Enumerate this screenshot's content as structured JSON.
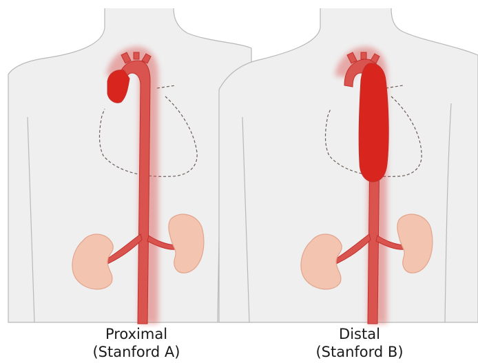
{
  "panels": [
    {
      "label_line1": "Proximal",
      "label_line2": "(Stanford A)",
      "dissection_region": "ascending-aorta"
    },
    {
      "label_line1": "Distal",
      "label_line2": "(Stanford B)",
      "dissection_region": "descending-aorta"
    }
  ],
  "colors": {
    "background": "#ffffff",
    "torso_fill": "#efefef",
    "outline": "#b8b8b8",
    "aorta": "#d9534f",
    "aorta_dark": "#c2302b",
    "dissection": "#d8261e",
    "kidney": "#f3c4b0",
    "kidney_edge": "#e2a48d",
    "heart_dash": "#6b5a55"
  }
}
